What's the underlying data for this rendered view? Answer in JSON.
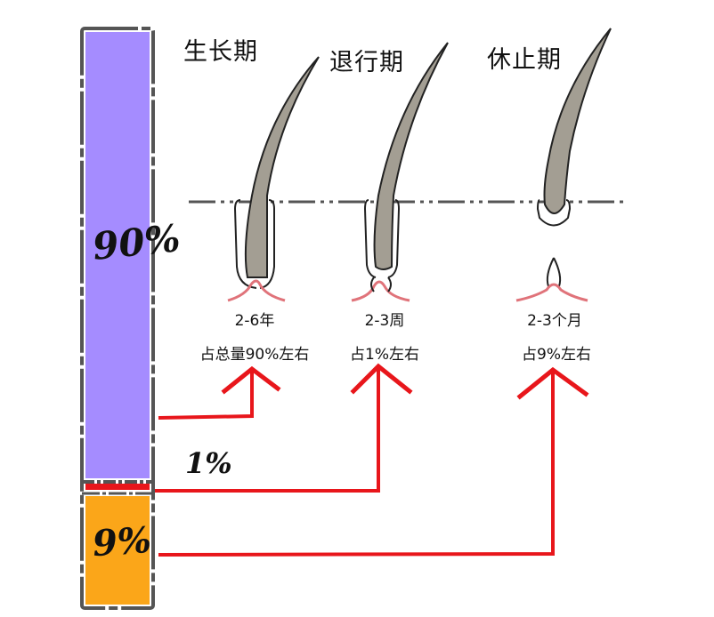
{
  "colors": {
    "anagen_bar": "#a58cff",
    "catagen_bar": "#e8161b",
    "telogen_bar": "#fba619",
    "arrow": "#e8161b",
    "hair_fill": "#a39e93",
    "hair_outline": "#222222",
    "papilla": "#e0737a",
    "skin_line": "#555555"
  },
  "bar": {
    "segments": [
      {
        "id": "anagen",
        "label": "90%",
        "share": 90
      },
      {
        "id": "catagen",
        "label": "1%",
        "share": 1
      },
      {
        "id": "telogen",
        "label": "9%",
        "share": 9
      }
    ]
  },
  "stages": [
    {
      "id": "anagen",
      "title": "生长期",
      "duration": "2-6年",
      "share_text": "占总量90%左右"
    },
    {
      "id": "catagen",
      "title": "退行期",
      "duration": "2-3周",
      "share_text": "占1%左右"
    },
    {
      "id": "telogen",
      "title": "休止期",
      "duration": "2-3个月",
      "share_text": "占9%左右"
    }
  ],
  "annotations": {
    "catagen_pct": "1%"
  }
}
